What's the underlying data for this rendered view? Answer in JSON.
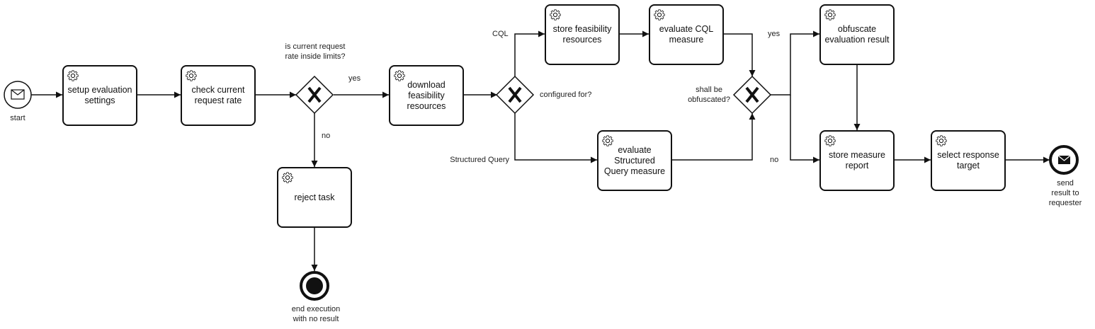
{
  "events": {
    "start": "start",
    "end_no_result": "end execution\nwith no result",
    "send_result": "send result to\nrequester"
  },
  "tasks": {
    "setup": "setup evaluation\nsettings",
    "check_rate": "check current\nrequest rate",
    "reject": "reject task",
    "download": "download\nfeasibility\nresources",
    "store_feasibility": "store feasibility\nresources",
    "evaluate_cql": "evaluate CQL\nmeasure",
    "evaluate_sq": "evaluate\nStructured\nQuery measure",
    "obfuscate": "obfuscate\nevaluation result",
    "store_report": "store measure\nreport",
    "select_target": "select response\ntarget"
  },
  "gateways": {
    "rate_question": "is current request\nrate inside limits?",
    "configured_question": "configured for?",
    "obfuscate_question": "shall be\nobfuscated?"
  },
  "flows": {
    "rate_yes": "yes",
    "rate_no": "no",
    "cql": "CQL",
    "structured_query": "Structured Query",
    "obf_yes": "yes",
    "obf_no": "no"
  }
}
